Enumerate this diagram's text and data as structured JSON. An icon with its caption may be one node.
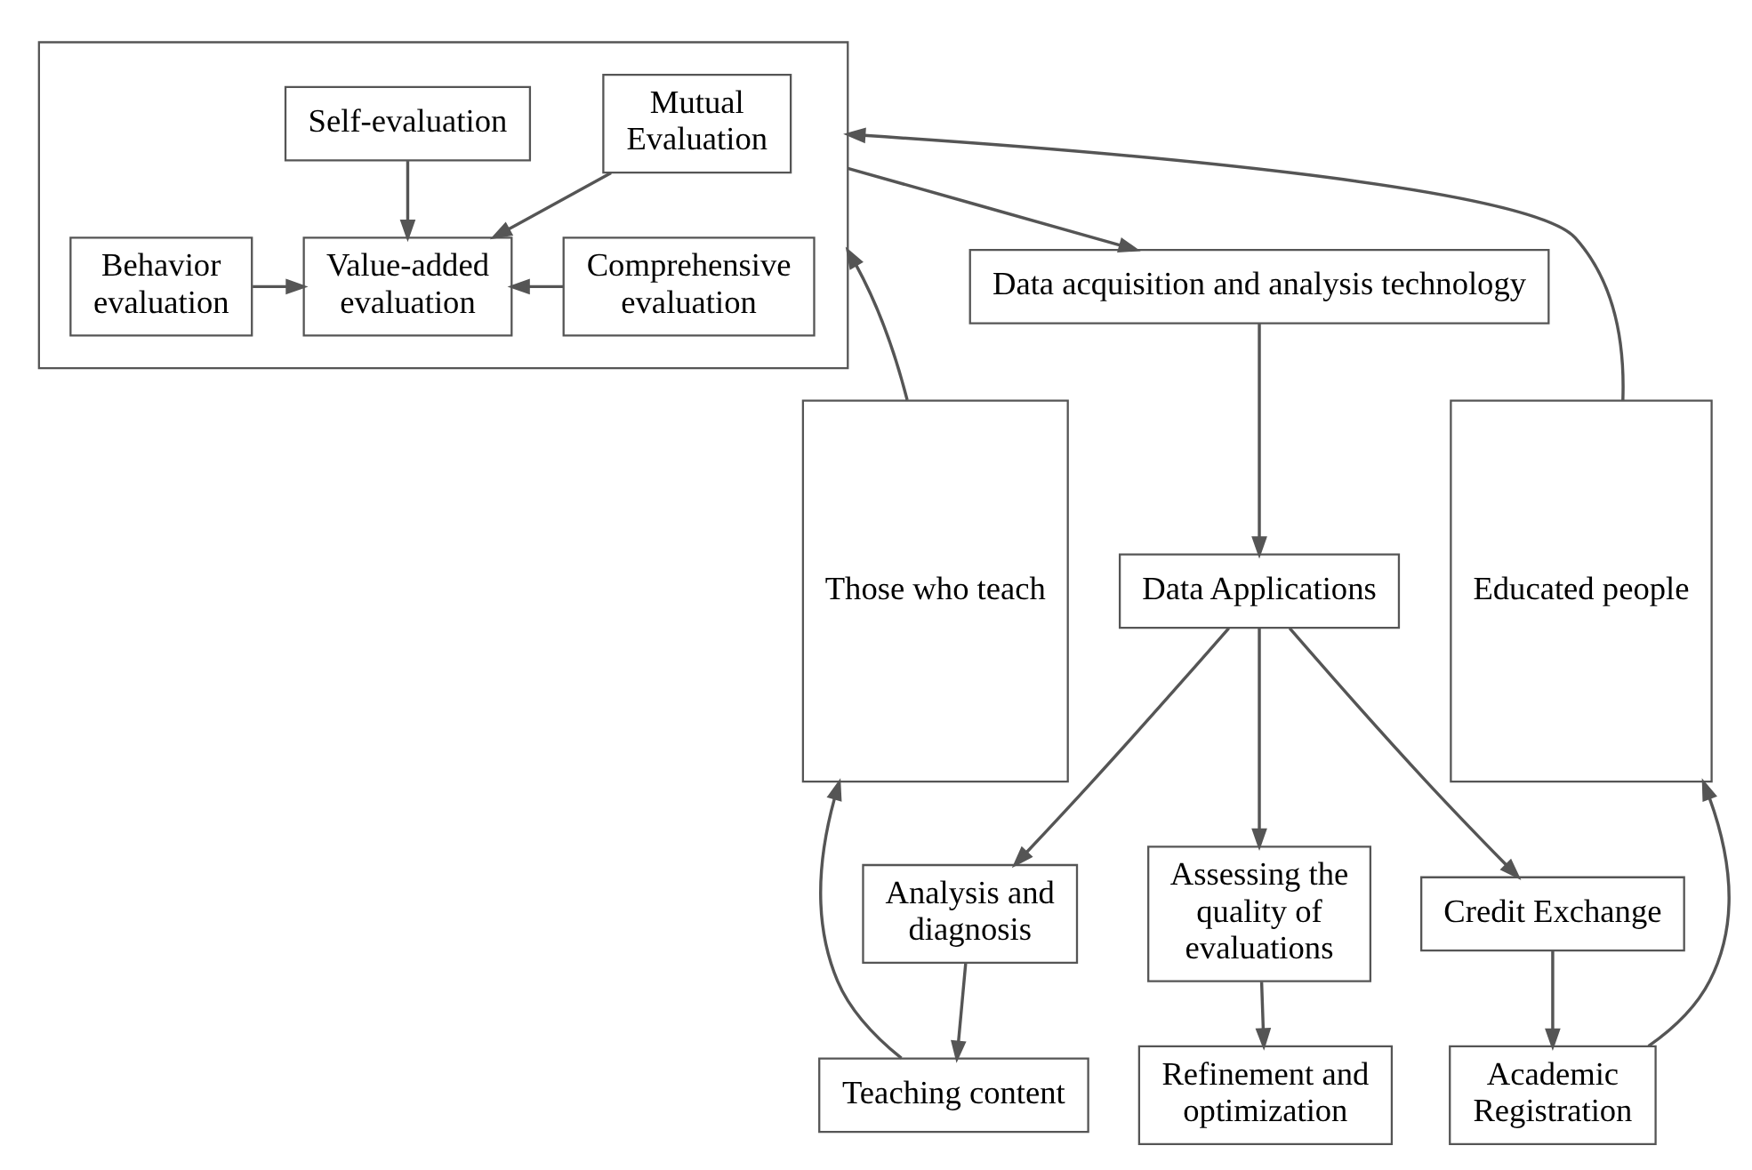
{
  "diagram": {
    "nodes": [
      {
        "text": [
          "Those who teach"
        ]
      },
      {
        "text": [],
        "shape": "box"
      },
      {
        "text": [
          "Mutual Evaluation"
        ],
        "in": 1
      },
      {
        "text": [
          "Self-evaluation"
        ],
        "in": 1
      },
      {
        "text": [
          "Behavior evaluation"
        ],
        "in": 1
      },
      {
        "text": [
          "Value-added evaluation"
        ],
        "in": 1
      },
      {
        "text": [
          "Comprehensive evaluation"
        ],
        "in": 1
      },
      {
        "text": [
          "Educated people"
        ]
      },
      {
        "text": [
          "Data acquisition and analysis technology"
        ]
      },
      {
        "text": [
          "Data Applications"
        ]
      },
      {
        "text": [
          "Analysis and diagnosis"
        ]
      },
      {
        "text": [
          "Assessing the quality of evaluations"
        ]
      },
      {
        "text": [
          "Credit Exchange"
        ]
      },
      {
        "text": [
          "Teaching content"
        ]
      },
      {
        "text": [
          "Refinement and optimization"
        ]
      },
      {
        "text": [
          "Academic Registration"
        ]
      }
    ],
    "edges": [
      {
        "from": 0,
        "to": 1,
        "arrow": "to"
      },
      {
        "from": 7,
        "to": 1,
        "arrow": "to"
      },
      {
        "from": 2,
        "to": 5,
        "arrow": "to"
      },
      {
        "from": 3,
        "to": 5,
        "arrow": "to"
      },
      {
        "from": 4,
        "to": 5,
        "arrow": "to"
      },
      {
        "from": 6,
        "to": 5,
        "arrow": "to"
      },
      {
        "from": 1,
        "to": 8,
        "arrow": "to"
      },
      {
        "from": 8,
        "to": 9,
        "arrow": "to"
      },
      {
        "from": 9,
        "to": 10,
        "arrow": "to"
      },
      {
        "from": 9,
        "to": 11,
        "arrow": "to"
      },
      {
        "from": 9,
        "to": 12,
        "arrow": "to"
      },
      {
        "from": 10,
        "to": 13,
        "arrow": "to"
      },
      {
        "from": 11,
        "to": 14,
        "arrow": "to"
      },
      {
        "from": 12,
        "to": 15,
        "arrow": "to"
      },
      {
        "from": 13,
        "to": 0,
        "arrow": "to"
      },
      {
        "from": 15,
        "to": 7,
        "arrow": "to"
      }
    ]
  }
}
